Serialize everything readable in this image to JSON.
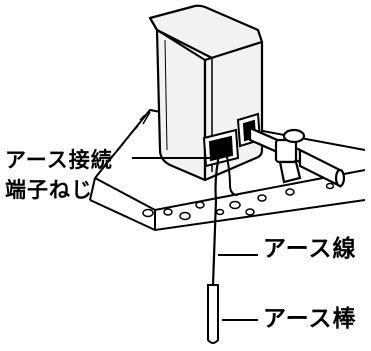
{
  "labels": {
    "ground_terminal_line1": "アース接続",
    "ground_terminal_line2": "端子ねじ",
    "ground_wire": "アース線",
    "ground_rod": "アース棒"
  },
  "colors": {
    "ink": "#000000",
    "pump_body": "#f2f2f2",
    "background": "#ffffff"
  }
}
